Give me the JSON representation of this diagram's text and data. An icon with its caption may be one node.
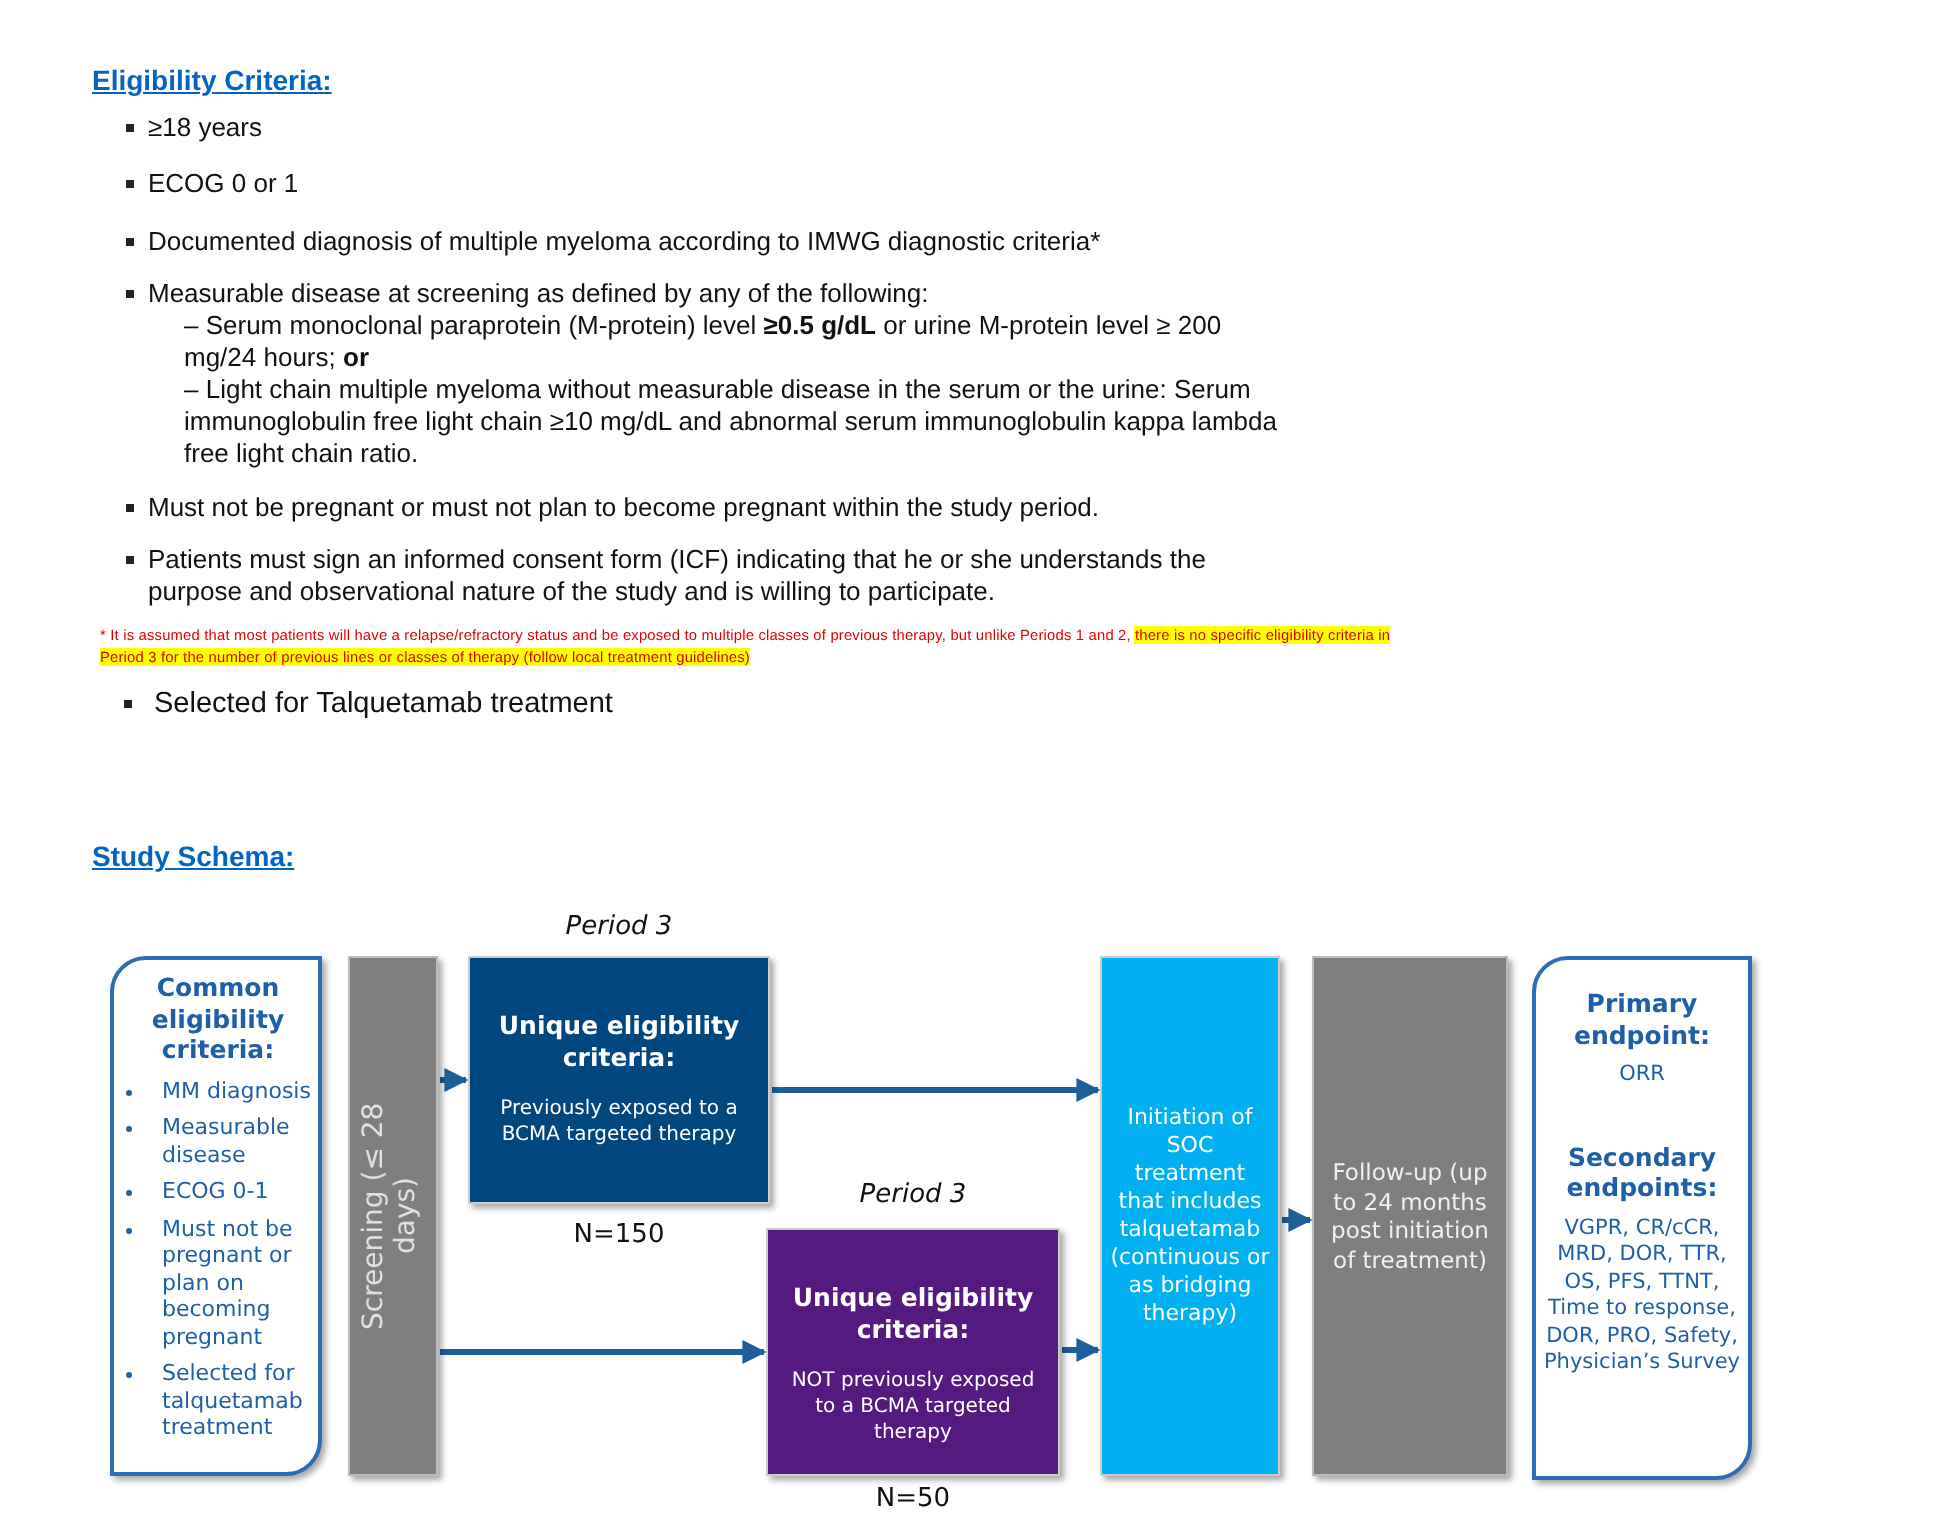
{
  "diagram": {
    "title": "Eligibility Criteria:",
    "nodes": [
      {
        "text": [
          "Common eligibility criteria:",
          "MM diagnosis",
          "Measurable disease",
          "ECOG 0-1",
          "Must not be pregnant or plan on becoming pregnant",
          "Selected for talquetamab treatment"
        ]
      },
      {
        "text": [
          "Screening (≤ 28 days)"
        ]
      },
      {
        "text": [
          "Unique eligibility criteria:",
          "Previously exposed to a BCMA targeted therapy"
        ],
        "beside": [
          "Period 3",
          "N=150"
        ]
      },
      {
        "text": [
          "Unique eligibility criteria:",
          "NOT previously exposed to a BCMA targeted therapy"
        ],
        "beside": [
          "Period 3",
          "N=50"
        ]
      },
      {
        "text": [
          "Initiation of SOC treatment that includes talquetamab (continuous or as bridging therapy)"
        ]
      },
      {
        "text": [
          "Follow-up (up to 24 months post initiation of treatment)"
        ]
      },
      {
        "text": [
          "Primary endpoint:",
          "ORR",
          "Secondary endpoints:",
          "VGPR, CR/cCR, MRD, DOR, TTR, OS, PFS, TTNT, Time to response, DOR, PRO, Safety, Physician’s Survey"
        ]
      }
    ],
    "edges": [
      {
        "from": 1,
        "to": 2,
        "arrow": "to"
      },
      {
        "from": 1,
        "to": 3,
        "arrow": "to"
      },
      {
        "from": 2,
        "to": 4,
        "arrow": "to"
      },
      {
        "from": 3,
        "to": 4,
        "arrow": "to"
      },
      {
        "from": 4,
        "to": 5,
        "arrow": "to"
      }
    ],
    "labels": [
      "≥18 years",
      "ECOG 0 or 1",
      "Documented diagnosis of multiple myeloma according to IMWG diagnostic criteria*",
      "Measurable disease at screening as defined by any of the following:",
      "– Serum monoclonal paraprotein (M-protein) level **≥0.5 g/dL** or urine M-protein level ≥ 200 mg/24 hours; **or**",
      "– Light chain multiple myeloma without measurable disease in the serum or the urine: Serum immunoglobulin free light chain ≥10 mg/dL and abnormal serum immunoglobulin kappa lambda free light chain ratio.",
      "Must not be pregnant or must not plan to become pregnant within the study period.",
      "Patients must sign an informed consent form (ICF) indicating that he or she understands the purpose and observational nature of the study and is willing to participate.",
      "* It is assumed that most patients will have a relapse/refractory status and be exposed to multiple classes of previous therapy, but unlike Periods 1 and 2,",
      "there is no specific eligibility criteria in Period 3 for the number of previous lines or classes of therapy (follow local treatment guidelines)",
      "Selected for Talquetamab treatment",
      "Study Schema:"
    ]
  }
}
